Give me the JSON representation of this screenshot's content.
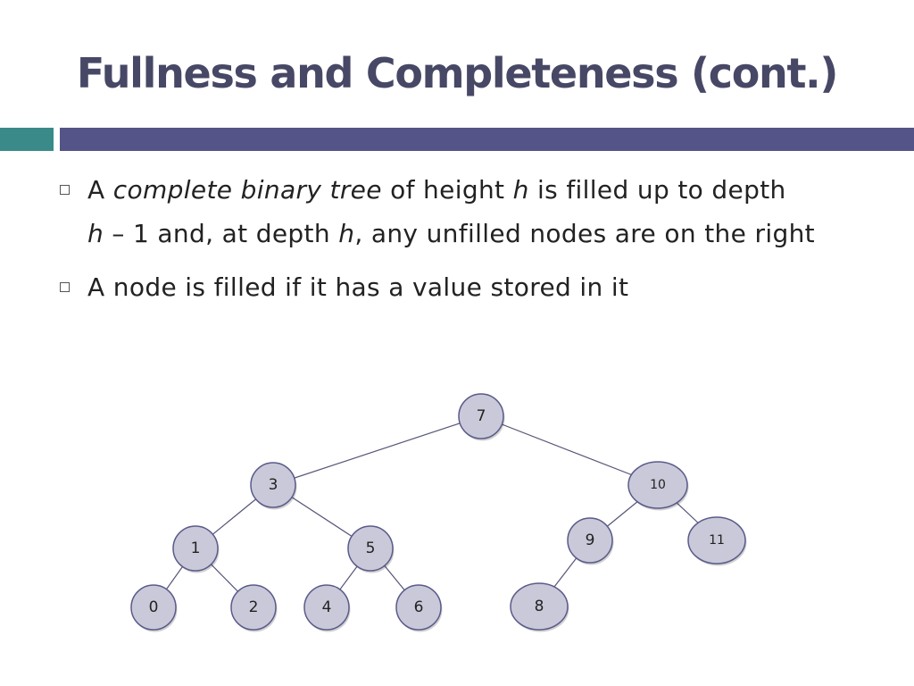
{
  "slide": {
    "title": "Fullness and Completeness (cont.)"
  },
  "bullets": [
    {
      "marker": "□",
      "parts": [
        {
          "text": "A ",
          "italic": false
        },
        {
          "text": "complete binary tree",
          "italic": true
        },
        {
          "text": " of height ",
          "italic": false
        },
        {
          "text": "h",
          "italic": true
        },
        {
          "text": " is filled up to depth ",
          "italic": false
        },
        {
          "text": "h",
          "italic": true
        },
        {
          "text": " – 1 and, at depth ",
          "italic": false
        },
        {
          "text": "h",
          "italic": true
        },
        {
          "text": ", any unfilled nodes are on the right",
          "italic": false
        }
      ]
    },
    {
      "marker": "□",
      "parts": [
        {
          "text": "A node is filled if it has a value stored in it",
          "italic": false
        }
      ]
    }
  ],
  "tree": {
    "nodes": [
      {
        "id": "n7",
        "label": "7"
      },
      {
        "id": "n3",
        "label": "3"
      },
      {
        "id": "n10",
        "label": "10"
      },
      {
        "id": "n1",
        "label": "1"
      },
      {
        "id": "n5",
        "label": "5"
      },
      {
        "id": "n9",
        "label": "9"
      },
      {
        "id": "n11",
        "label": "11"
      },
      {
        "id": "n0",
        "label": "0"
      },
      {
        "id": "n2",
        "label": "2"
      },
      {
        "id": "n4",
        "label": "4"
      },
      {
        "id": "n6",
        "label": "6"
      },
      {
        "id": "n8",
        "label": "8"
      }
    ],
    "edges": [
      [
        "n7",
        "n3"
      ],
      [
        "n7",
        "n10"
      ],
      [
        "n3",
        "n1"
      ],
      [
        "n3",
        "n5"
      ],
      [
        "n10",
        "n9"
      ],
      [
        "n10",
        "n11"
      ],
      [
        "n1",
        "n0"
      ],
      [
        "n1",
        "n2"
      ],
      [
        "n5",
        "n4"
      ],
      [
        "n5",
        "n6"
      ],
      [
        "n9",
        "n8"
      ]
    ],
    "colors": {
      "node_fill": "#c9c9d9",
      "node_stroke": "#5a5a8a",
      "edge": "#555577"
    }
  },
  "theme": {
    "title_color": "#474766",
    "accent_bar": "#3b8a8a",
    "main_bar": "#545489"
  }
}
